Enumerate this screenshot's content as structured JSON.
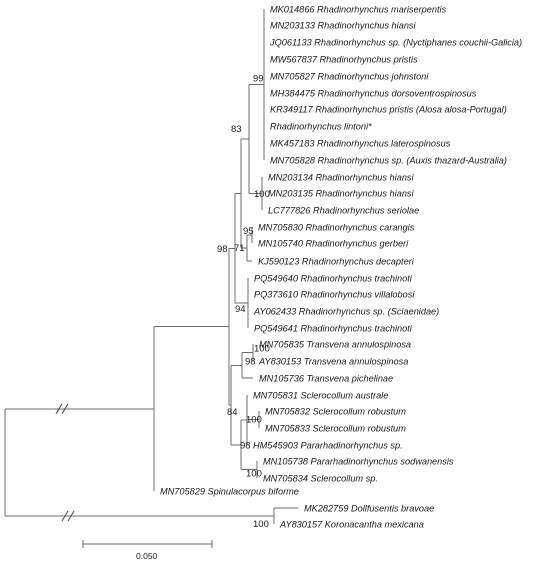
{
  "tree": {
    "leaves": [
      "MK014866 Rhadinorhynchus mariserpentis",
      "MN203133 Rhadinorhynchus hiansi",
      "JQ061133 Rhadinorhynchus sp. (Nyctiphanes couchii-Galicia)",
      "MW567837 Rhadinorhynchus pristis",
      "MN705827 Rhadinorhynchus johnstoni",
      "MH384475 Rhadinorhynchus dorsoventrospinosus",
      "KR349117 Rhadinorhynchus pristis (Alosa alosa-Portugal)",
      "Rhadinorhynchus lintoni*",
      "MK457183 Rhadinorhynchus laterospinosus",
      "MN705828 Rhadinorhynchus sp. (Auxis thazard-Australia)",
      "MN203134 Rhadinorhynchus hiansi",
      "MN203135 Rhadinorhynchus hiansi",
      "LC777826 Rhadinorhynchus seriolae",
      "MN705830 Rhadinorhynchus carangis",
      "MN105740 Rhadinorhynchus gerberi",
      "KJ590123 Rhadinorhynchus decapteri",
      "PQ549640 Rhadinorhynchus trachinoti",
      "PQ373610 Rhadinorhynchus villalobosi",
      "AY062433 Rhadinorhynchus sp. (Sciaenidae)",
      "PQ549641 Rhadinorhynchus trachinoti",
      "MN705835 Transvena annulospinosa",
      "AY830153 Transvena annulospinosa",
      "MN105736 Transvena pichelinae",
      "MN705831 Sclerocollum australe",
      "MN705832 Sclerocollum robustum",
      "MN705833 Sclerocollum robustum",
      "HM545903 Pararhadinorhynchus sp.",
      "MN105738 Pararhadinorhynchus sodwanensis",
      "MN705834 Sclerocollum sp.",
      "MN705829 Spinulacorpus biforme",
      "MK282759 Dollfusentis bravoae",
      "AY830157 Koronacantha mexicana"
    ],
    "bootstrap": [
      "99",
      "100",
      "83",
      "95",
      "71",
      "98",
      "94",
      "100",
      "98",
      "84",
      "100",
      "98",
      "100",
      "100"
    ],
    "scale_bar": {
      "label": "0.050"
    }
  }
}
